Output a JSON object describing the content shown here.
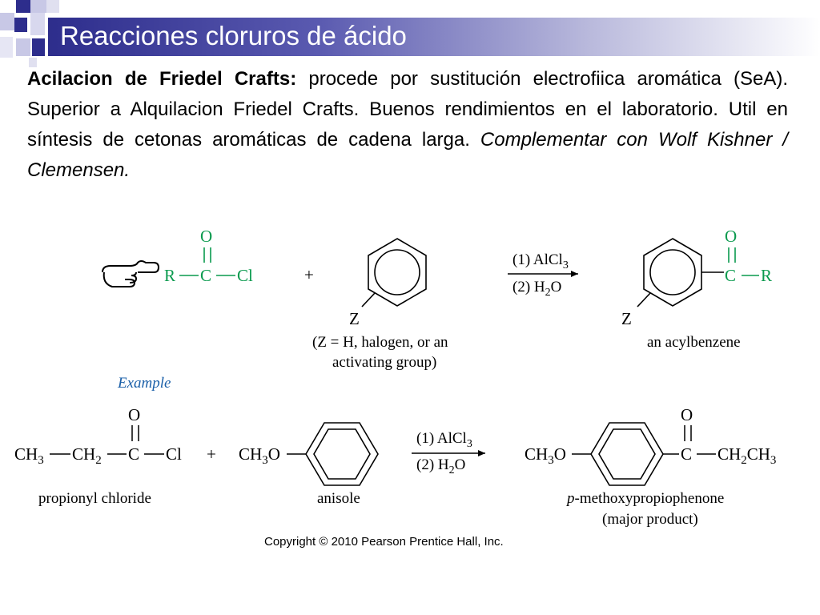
{
  "slide": {
    "title": "Reacciones cloruros de ácido",
    "body": {
      "bold_lead": "Acilacion de Friedel Crafts:",
      "text": " procede por sustitución electrofiica aromática (SeA). Superior a Alquilacion Friedel Crafts. Buenos rendimientos en el laboratorio. Util en síntesis de cetonas aromáticas de cadena larga. ",
      "italic_tail": "Complementar con Wolf Kishner / Clemensen."
    },
    "copyright": "Copyright © 2010 Pearson Prentice Hall, Inc."
  },
  "colors": {
    "title_bar": "#2d2d8c",
    "green": "#0a9a4e",
    "blue_label": "#1a5fa8"
  },
  "icons": [
    "pointing-hand-icon"
  ],
  "scheme": {
    "plus": "+",
    "general": {
      "reagent": {
        "O": "O",
        "R": "R",
        "C": "C",
        "Cl": "Cl"
      },
      "arene_sub": "Z",
      "arene_note_1": "(Z = H, halogen, or an",
      "arene_note_2": "activating group)",
      "cond_1": "(1) AlCl",
      "cond_1_sub": "3",
      "cond_2": "(2) H",
      "cond_2_sub": "2",
      "cond_2_tail": "O",
      "product_O": "O",
      "product_C": "C",
      "product_R": "R",
      "product_Z": "Z",
      "product_name": "an acylbenzene"
    },
    "example": {
      "label": "Example",
      "ch3": "CH",
      "sub3": "3",
      "ch2": "CH",
      "sub2": "2",
      "O": "O",
      "C": "C",
      "Cl": "Cl",
      "reagent_name": "propionyl chloride",
      "anisole_prefix": "CH",
      "anisole_sub": "3",
      "anisole_O": "O",
      "anisole_name": "anisole",
      "cond_1": "(1) AlCl",
      "cond_1_sub": "3",
      "cond_2": "(2) H",
      "cond_2_sub": "2",
      "cond_2_tail": "O",
      "product_prefix": "CH",
      "product_sub": "3",
      "product_O": "O",
      "product_carbonyl_O": "O",
      "product_C": "C",
      "product_tail": "CH",
      "product_tail_sub1": "2",
      "product_tail_2": "CH",
      "product_tail_sub2": "3",
      "product_name_italic": "p",
      "product_name": "-methoxypropiophenone",
      "product_note": "(major product)"
    }
  }
}
